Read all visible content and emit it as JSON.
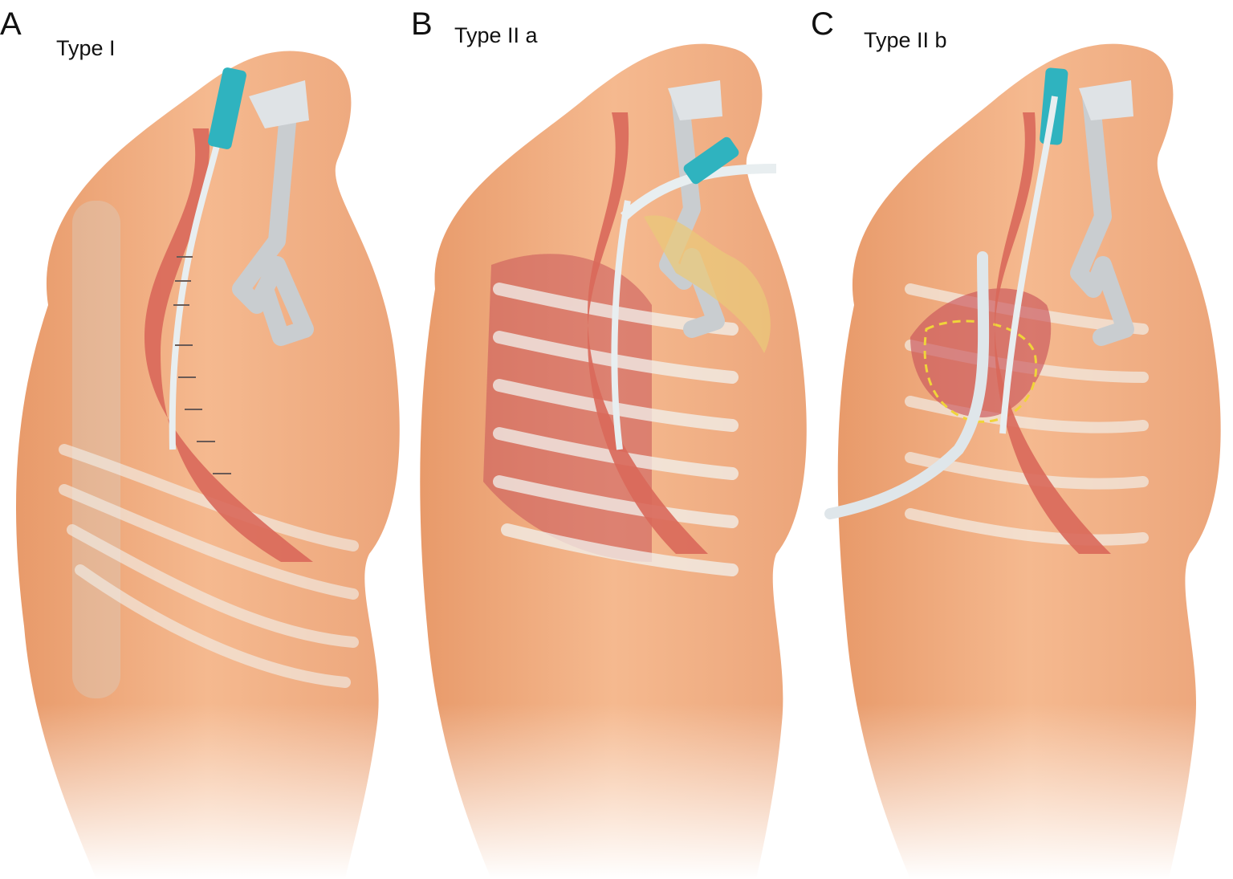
{
  "figure": {
    "panels": [
      {
        "letter": "A",
        "title": "Type I"
      },
      {
        "letter": "B",
        "title": "Type II a"
      },
      {
        "letter": "C",
        "title": "Type II b"
      }
    ]
  },
  "colors": {
    "skin": "#f3b489",
    "skin_shadow": "#e59a6c",
    "muscle": "#d9685a",
    "tube_cyan": "#2fb3bf",
    "trachea_gray": "#c9cdd0",
    "rib": "#eef0ee",
    "fluid_yellow": "#e9c87a",
    "dashed_outline": "#f0d43a"
  }
}
